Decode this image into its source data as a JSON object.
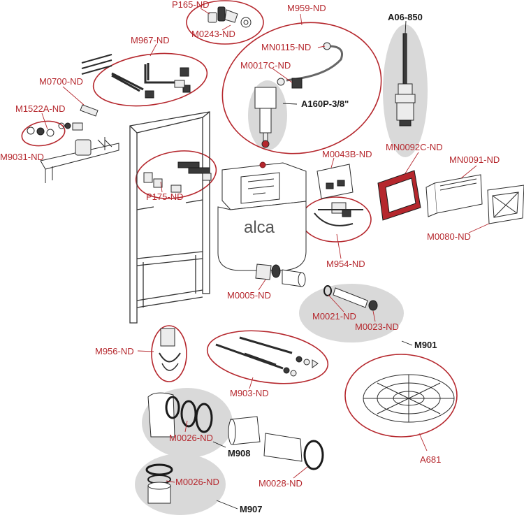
{
  "diagram": {
    "labels": {
      "p165": "P165-ND",
      "m0243": "M0243-ND",
      "m959": "M959-ND",
      "a06": "A06-850",
      "m967": "M967-ND",
      "mn0115": "MN0115-ND",
      "m0017c": "M0017C-ND",
      "m0700": "M0700-ND",
      "a160p": "A160P-3/8\"",
      "m1522a": "M1522A-ND",
      "m9031": "M9031-ND",
      "m0043b": "M0043B-ND",
      "mn0092c": "MN0092C-ND",
      "mn0091": "MN0091-ND",
      "p175": "P175-ND",
      "m0080": "M0080-ND",
      "brand": "alca",
      "m954": "M954-ND",
      "m0005": "M0005-ND",
      "m0021": "M0021-ND",
      "m0023": "M0023-ND",
      "m901": "M901",
      "m956": "M956-ND",
      "m903": "M903-ND",
      "a681": "A681",
      "m0026a": "M0026-ND",
      "m908": "M908",
      "m0028": "M0028-ND",
      "m0026b": "M0026-ND",
      "m907": "M907"
    }
  }
}
